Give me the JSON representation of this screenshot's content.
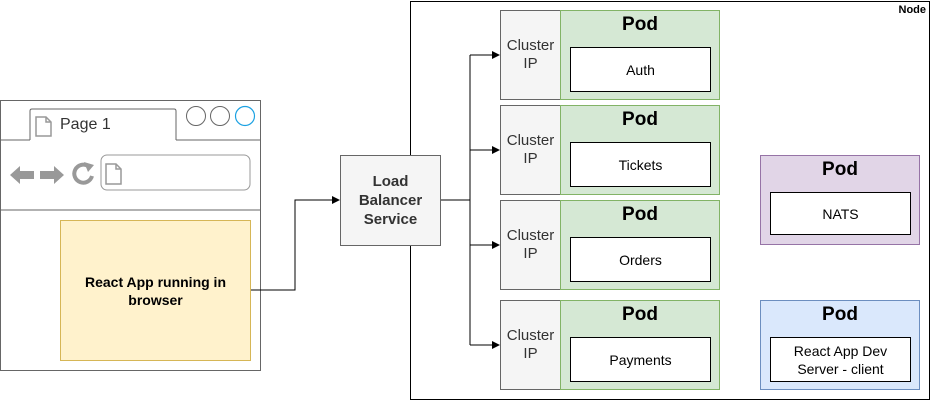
{
  "node_label": "Node",
  "browser": {
    "tab_title": "Page 1",
    "app_label": "React App running in browser"
  },
  "load_balancer": {
    "label": "Load Balancer Service"
  },
  "cluster_ip_label": "Cluster IP",
  "pods": [
    {
      "title": "Pod",
      "service": "Auth"
    },
    {
      "title": "Pod",
      "service": "Tickets"
    },
    {
      "title": "Pod",
      "service": "Orders"
    },
    {
      "title": "Pod",
      "service": "Payments"
    },
    {
      "title": "Pod",
      "service": "NATS"
    },
    {
      "title": "Pod",
      "service": "React App Dev Server - client"
    }
  ],
  "colors": {
    "pod_service": "#d5e8d4",
    "pod_nats": "#e1d5e7",
    "pod_client": "#dae8fc",
    "react_app": "#fff2cc",
    "cluster_ip": "#f5f5f5"
  }
}
